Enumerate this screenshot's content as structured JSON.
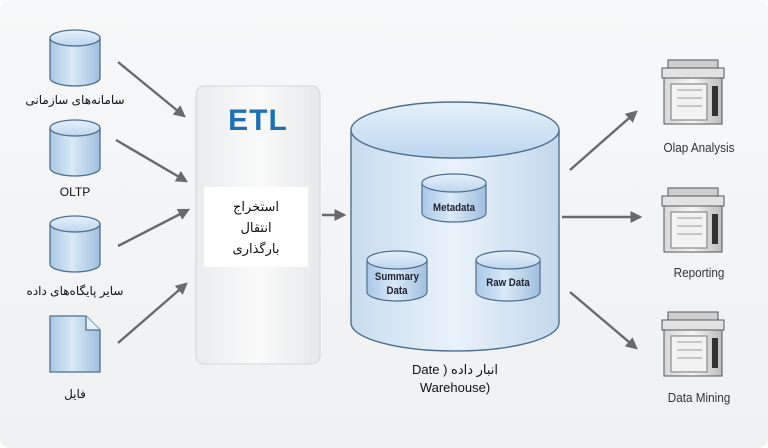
{
  "diagram": {
    "sources": [
      {
        "label": "سامانه‌های سازمانی",
        "kind": "database"
      },
      {
        "label": "OLTP",
        "kind": "database"
      },
      {
        "label": "سایر پایگاه‌های داده",
        "kind": "database"
      },
      {
        "label": "فایل",
        "kind": "file"
      }
    ],
    "etl": {
      "title": "ETL",
      "steps": [
        "استخراج",
        "انتقال",
        "بارگذاری"
      ]
    },
    "warehouse": {
      "label_line1": "انبار داده ( Date",
      "label_line2": "Warehouse)",
      "inner": [
        {
          "label_line1": "Metadata",
          "label_line2": ""
        },
        {
          "label_line1": "Summary",
          "label_line2": "Data"
        },
        {
          "label_line1": "Raw Data",
          "label_line2": ""
        }
      ]
    },
    "outputs": [
      {
        "label": "Olap Analysis"
      },
      {
        "label": "Reporting"
      },
      {
        "label": "Data Mining"
      }
    ],
    "colors": {
      "cylinder": "#c9dff2",
      "cylinder_stroke": "#4f6f8d",
      "arrow": "#6a6a6a",
      "etl_title": "#1f6fb2"
    }
  }
}
